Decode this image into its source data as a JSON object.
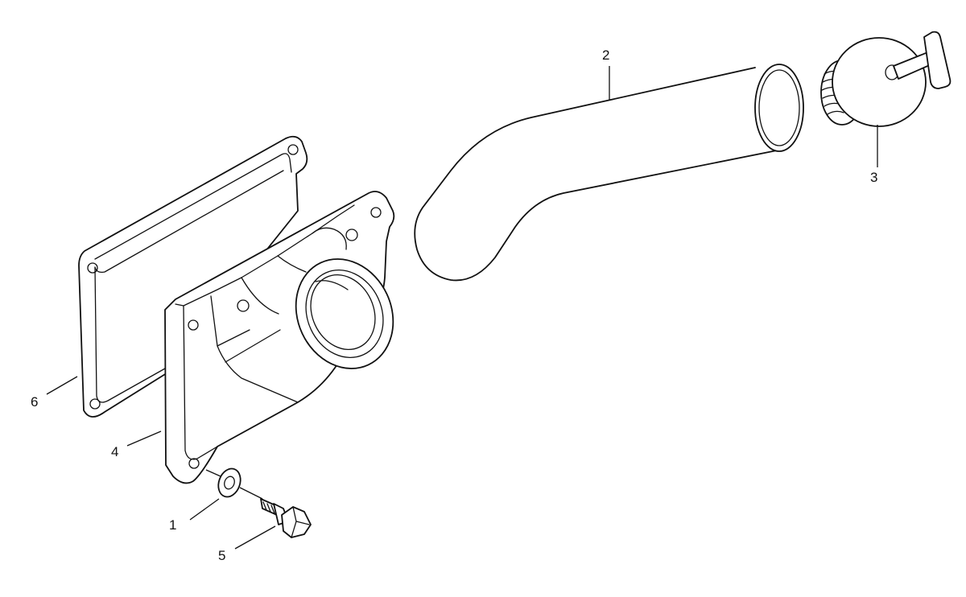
{
  "diagram": {
    "callouts": [
      {
        "id": "1",
        "label": "1"
      },
      {
        "id": "2",
        "label": "2"
      },
      {
        "id": "3",
        "label": "3"
      },
      {
        "id": "4",
        "label": "4"
      },
      {
        "id": "5",
        "label": "5"
      },
      {
        "id": "6",
        "label": "6"
      }
    ],
    "colors": {
      "line": "#111111",
      "background": "#ffffff"
    }
  }
}
